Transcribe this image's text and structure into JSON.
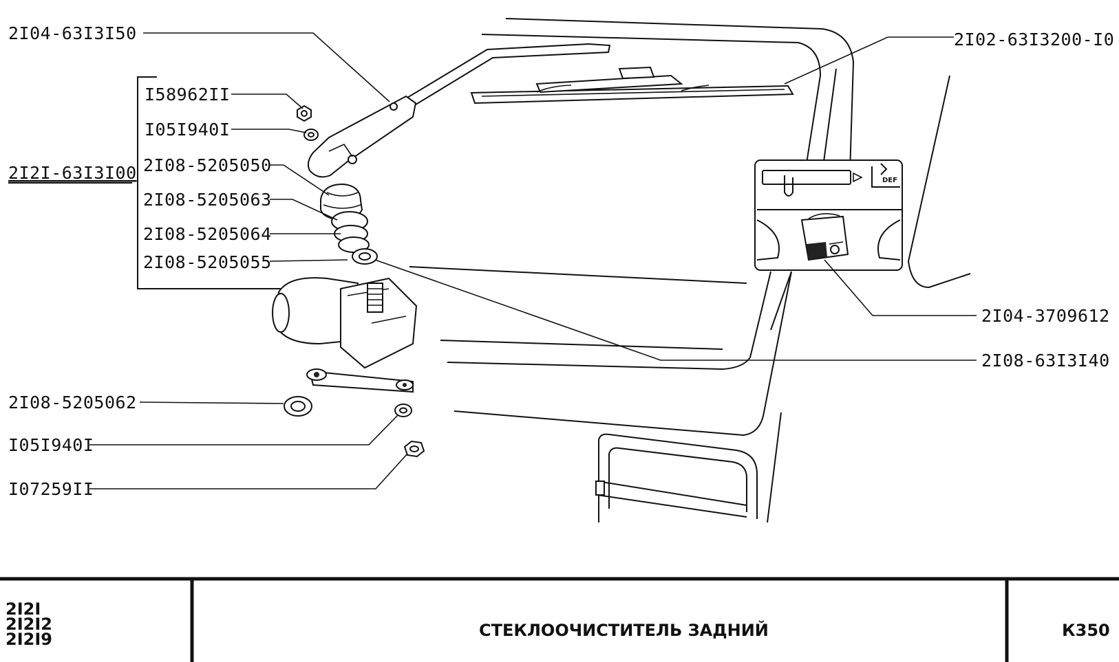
{
  "diagram": {
    "callouts": {
      "arm": "2I04-63I3I50",
      "assembly": "2I2I-63I3I00",
      "nut_top": "I58962II",
      "washer_top": "I05I940I",
      "cap": "2I08-5205050",
      "seal_1": "2I08-5205063",
      "seal_2": "2I08-5205064",
      "seal_3": "2I08-5205055",
      "grommet": "2I08-5205062",
      "washer_bottom": "I05I940I",
      "nut_bottom": "I07259II",
      "blade": "2I02-63I3200-I0",
      "switch": "2I04-3709612",
      "motor": "2I08-63I3I40"
    },
    "panel": {
      "def_label": "DEF"
    }
  },
  "title_block": {
    "models": [
      "2I2I",
      "2I2I2",
      "2I2I9"
    ],
    "title": "СТЕКЛООЧИСТИТЕЛЬ ЗАДНИЙ",
    "code": "К350"
  }
}
